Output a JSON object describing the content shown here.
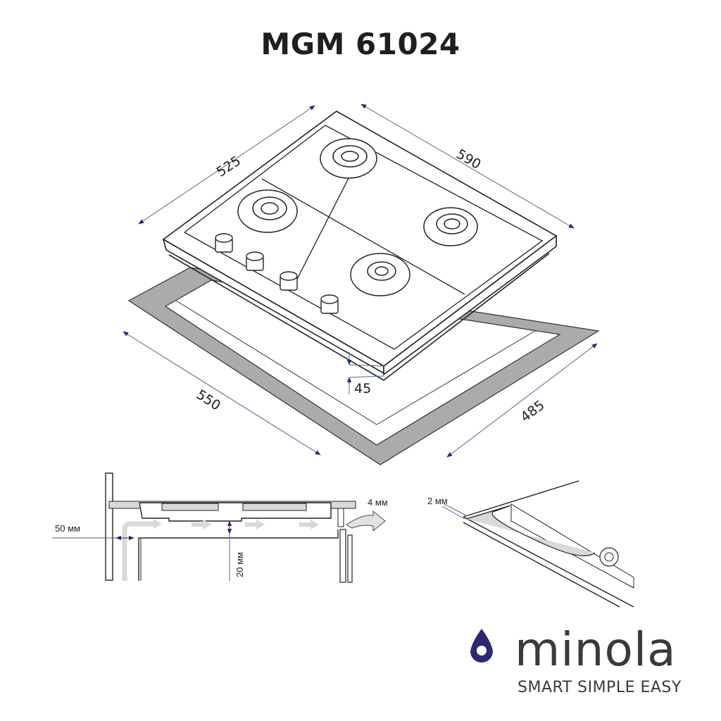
{
  "header": {
    "model_title": "MGM 61024"
  },
  "hob_diagram": {
    "dimensions": {
      "depth_top": "525",
      "width_top": "590",
      "cutout_width": "550",
      "cutout_depth": "485",
      "height": "45"
    },
    "burners": 4,
    "knobs": 4
  },
  "installation_diagram": {
    "side_clearance": "50 мм",
    "air_gap": "20 мм",
    "vent_gap": "4 мм"
  },
  "seal_diagram": {
    "seal_thickness": "2 мм"
  },
  "brand": {
    "name": "minola",
    "tagline": "SMART SIMPLE EASY",
    "logo_color": "#2b2a6e",
    "text_color": "#3a3a3c"
  },
  "colors": {
    "dimension_line": "#4a6a8a",
    "arrow_head": "#1d2f6e",
    "cutout_gray": "#ababab",
    "airflow": "#d9d9d9"
  }
}
